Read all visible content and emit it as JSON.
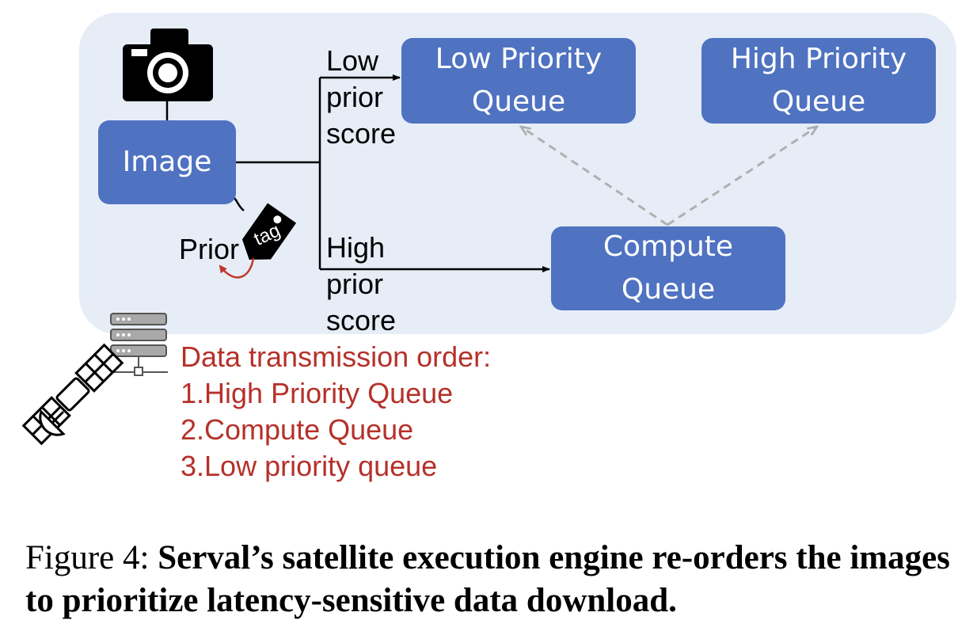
{
  "diagram": {
    "boxes": {
      "image": "Image",
      "low_priority_queue": [
        "Low Priority",
        "Queue"
      ],
      "high_priority_queue": [
        "High Priority",
        "Queue"
      ],
      "compute_queue": [
        "Compute",
        "Queue"
      ]
    },
    "branch_labels": {
      "low": [
        "Low",
        "prior",
        "score"
      ],
      "high": [
        "High",
        "prior",
        "score"
      ]
    },
    "prior_label": "Prior",
    "tag_label": "tag",
    "transmission_order": {
      "heading": "Data transmission order:",
      "items": [
        "1.High Priority Queue",
        "2.Compute Queue",
        "3.Low priority queue"
      ]
    },
    "icons": [
      "camera-icon",
      "price-tag-icon",
      "server-icon",
      "satellite-icon"
    ],
    "colors": {
      "panel": "#e6edf7",
      "box": "#4f72c1",
      "note_text": "#b5312a",
      "dashed_arrow": "#b0b0b0"
    }
  },
  "caption": {
    "prefix": "Figure 4: ",
    "text": "Serval’s satellite execution engine re-orders the images to prioritize latency-sensitive data download."
  }
}
